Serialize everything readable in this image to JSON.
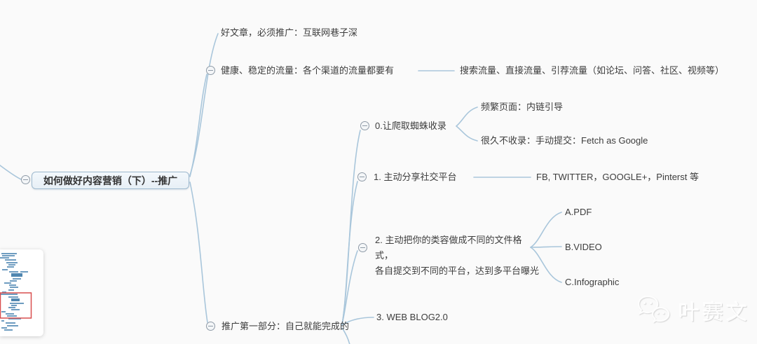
{
  "app": "mind-map-viewer",
  "root": {
    "label": "如何做好内容营销（下）--推广"
  },
  "nodes": {
    "good_article": "好文章，必须推广：互联网巷子深",
    "healthy_traffic": "健康、稳定的流量：各个渠道的流量都要有",
    "traffic_sources": "搜索流量、直接流量、引荐流量（如论坛、问答、社区、视频等）",
    "spider_index": "0.让爬取蜘蛛收录",
    "frequent_pages": "频繁页面：内链引导",
    "not_indexed": "很久不收录：手动提交：Fetch as Google",
    "social_share": "1. 主动分享社交平台",
    "social_platforms": "FB, TWITTER，GOOGLE+，Pinterst 等",
    "file_formats_line1": "2. 主动把你的类容做成不同的文件格式，",
    "file_formats_line2": "各自提交到不同的平台，达到多平台曝光",
    "format_a": "A.PDF",
    "format_b": "B.VIDEO",
    "format_c": "C.Infographic",
    "promo_part1": "推广第一部分：自己就能完成的",
    "web_blog": "3. WEB BLOG2.0"
  },
  "watermark": {
    "label": "叶赛文",
    "icon": "wechat-icon"
  },
  "minimap": {
    "viewport_color": "#d94f4f",
    "bar_color": "#6e9cc0"
  },
  "colors": {
    "background": "#fafafa",
    "edge": "#a9c6db",
    "node_text": "#3d3d3d",
    "root_fill": "#edf3f8",
    "root_border": "#9eb9ce",
    "collapse_icon": "#8e9aa6"
  }
}
